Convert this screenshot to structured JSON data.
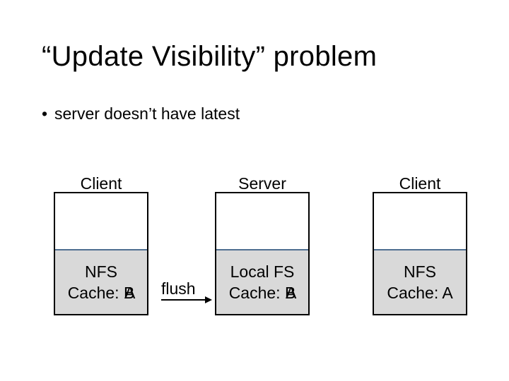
{
  "title": "“Update Visibility” problem",
  "bullets": [
    "server doesn’t have latest"
  ],
  "nodes": [
    {
      "label": "Client",
      "line1": "NFS",
      "line2": "Cache: B",
      "overstrike": "A",
      "shaded": true
    },
    {
      "label": "Server",
      "line1": "Local FS",
      "line2": "Cache: B",
      "overstrike": "A",
      "shaded": true
    },
    {
      "label": "Client",
      "line1": "NFS",
      "line2": "Cache: A",
      "overstrike": "",
      "shaded": false
    }
  ],
  "arrow": {
    "label": "flush"
  }
}
